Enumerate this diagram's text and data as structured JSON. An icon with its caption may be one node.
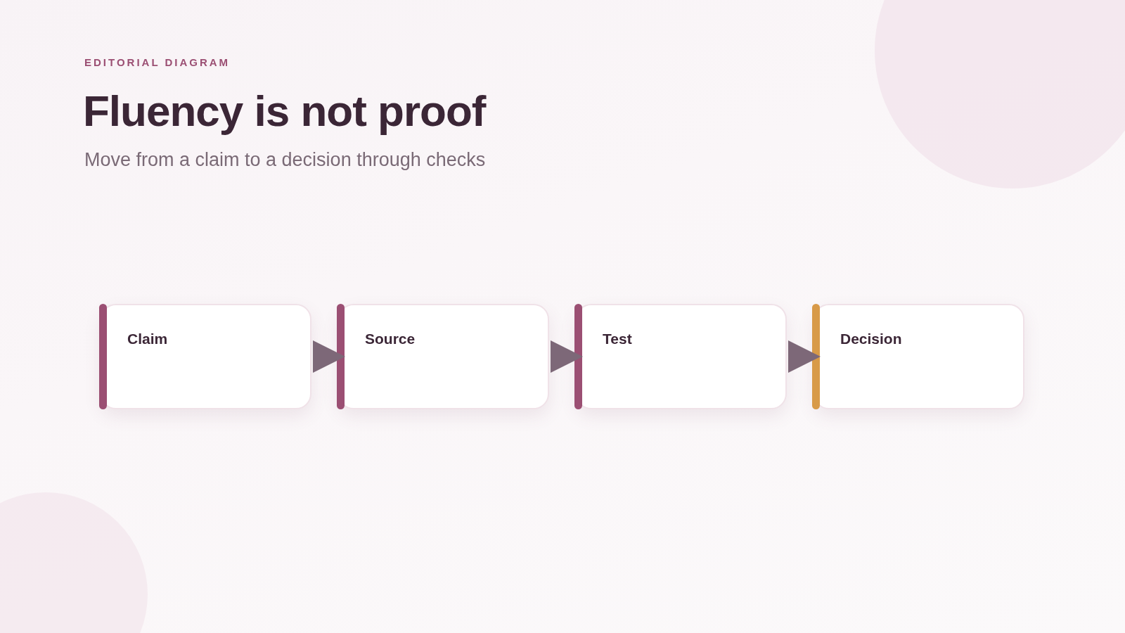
{
  "diagram": {
    "title": "Fluency is not proof",
    "caption": "Move from a claim to a decision through checks",
    "labels": [
      "EDITORIAL DIAGRAM"
    ],
    "nodes": [
      {
        "text": [
          "Claim"
        ]
      },
      {
        "text": [
          "Source"
        ]
      },
      {
        "text": [
          "Test"
        ]
      },
      {
        "text": [
          "Decision"
        ]
      }
    ],
    "edges": [
      {
        "from": 0,
        "to": 1,
        "arrow": "to"
      },
      {
        "from": 1,
        "to": 2,
        "arrow": "to"
      },
      {
        "from": 2,
        "to": 3,
        "arrow": "to"
      }
    ]
  }
}
